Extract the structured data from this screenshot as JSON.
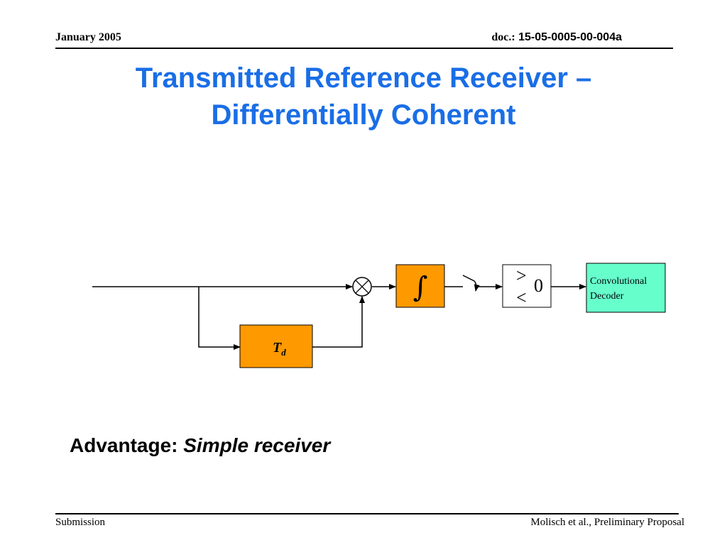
{
  "header": {
    "date": "January 2005",
    "doc_label": "doc.:",
    "doc_number": "15-05-0005-00-004a"
  },
  "title": {
    "line1": "Transmitted Reference Receiver –",
    "line2": "Differentially Coherent"
  },
  "diagram": {
    "integrator_symbol": "∫",
    "delay_label": "T",
    "delay_subscript": "d",
    "comparator_gt": ">",
    "comparator_lt": "<",
    "comparator_threshold": "0",
    "decoder_line1": "Convolutional",
    "decoder_line2": "Decoder",
    "colors": {
      "integrator_fill": "#ff9900",
      "delay_fill": "#ff9900",
      "decoder_fill": "#66ffcc",
      "comparator_fill": "#ffffff"
    }
  },
  "advantage": {
    "label": "Advantage:",
    "value": "Simple receiver"
  },
  "footer": {
    "left": "Submission",
    "right": "Molisch et al., Preliminary Proposal"
  }
}
